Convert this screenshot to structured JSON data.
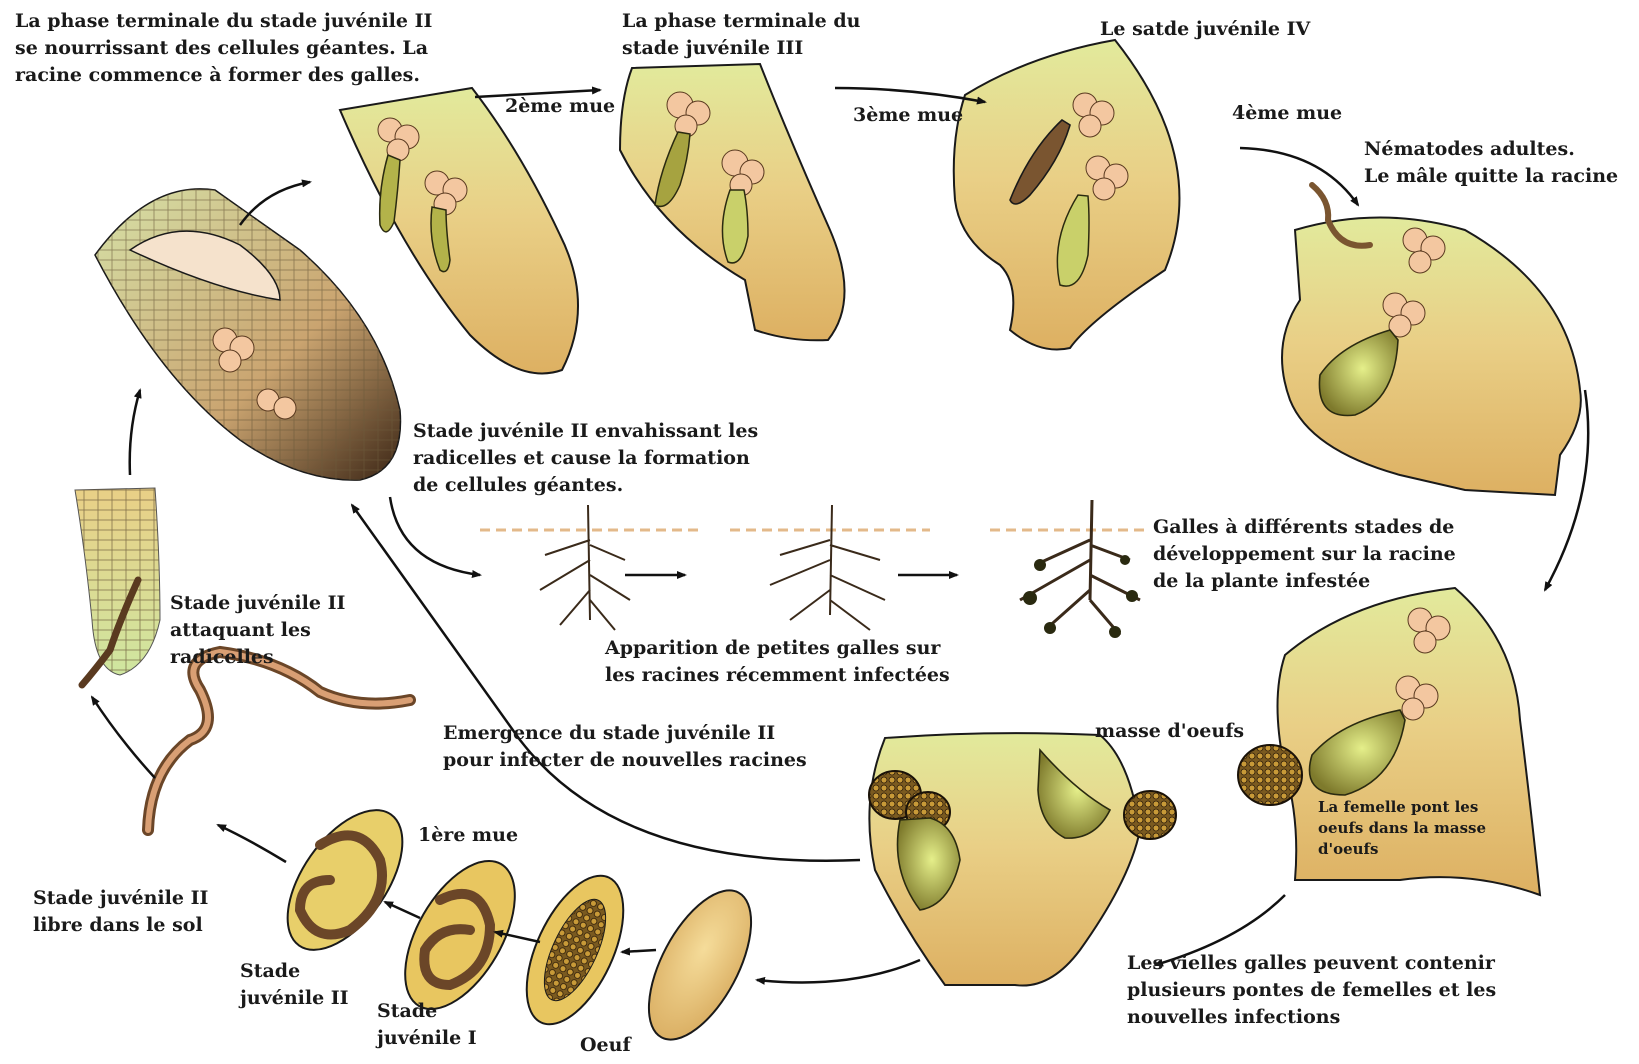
{
  "labels": {
    "j2_terminal": "La phase terminale du stade juvénile II\nse nourrissant des cellules géantes. La\nracine commence à former des galles.",
    "j3_terminal": "La phase terminale du\nstade juvénile III",
    "j4": "Le satde juvénile IV",
    "mue2": "2ème mue",
    "mue3": "3ème mue",
    "mue4": "4ème mue",
    "adults": "Nématodes adultes.\nLe mâle quitte la racine",
    "invading": "Stade juvénile II envahissant les\nradicelles et cause la formation\nde cellules géantes.",
    "galls_stages": "Galles à différents stades de\ndéveloppement sur la racine\nde la plante infestée",
    "small_galls": "Apparition de petites galles sur\nles racines récemment infectées",
    "attacking": "Stade juvénile II\nattaquant les\nradicelles",
    "emergence": "Emergence du stade juvénile II\npour infecter de nouvelles racines",
    "egg_mass": "masse d'oeufs",
    "female_lays": "La femelle pont les\noeufs dans la masse\nd'oeufs",
    "mue1": "1ère mue",
    "free_soil": "Stade juvénile II\nlibre dans le sol",
    "stage_j2": "Stade\njuvénile II",
    "stage_j1": "Stade\njuvénile I",
    "egg": "Oeuf",
    "old_galls": "Les vielles galles peuvent contenir\nplusieurs pontes de femelles  et les\nnouvelles infections"
  }
}
